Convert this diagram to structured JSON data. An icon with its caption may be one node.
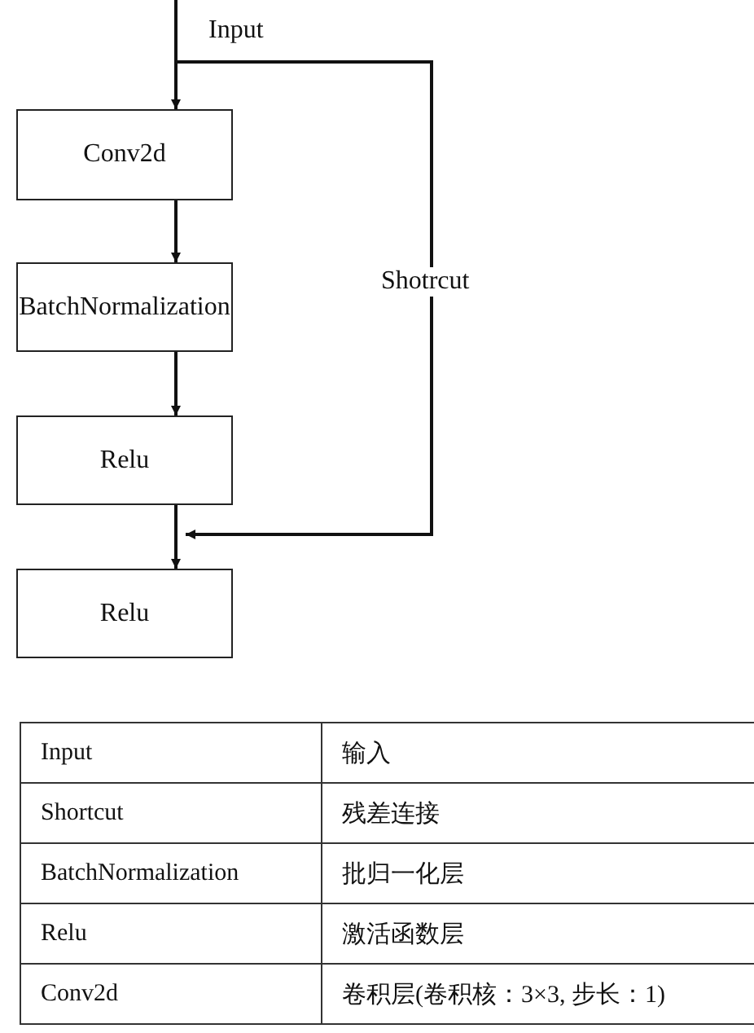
{
  "diagram": {
    "nodes": [
      {
        "text": [
          "Conv2d"
        ]
      },
      {
        "text": [
          "BatchNormalization"
        ]
      },
      {
        "text": [
          "Relu"
        ]
      },
      {
        "text": [
          "Relu"
        ]
      }
    ],
    "edges": [
      {
        "from": null,
        "to": 0,
        "arrow": "to",
        "label": "Input"
      },
      {
        "from": 0,
        "to": 1,
        "arrow": "to"
      },
      {
        "from": 1,
        "to": 2,
        "arrow": "to"
      },
      {
        "from": 2,
        "to": 3,
        "arrow": "to"
      },
      {
        "from": null,
        "to": 3,
        "arrow": "to",
        "label": "Shotrcut"
      }
    ],
    "labels": [
      "Input",
      "输入",
      "Shortcut",
      "残差连接",
      "BatchNormalization",
      "批归一化层",
      "Relu",
      "激活函数层",
      "Conv2d",
      "卷积层(卷积核：3×3, 步长：1)"
    ]
  }
}
